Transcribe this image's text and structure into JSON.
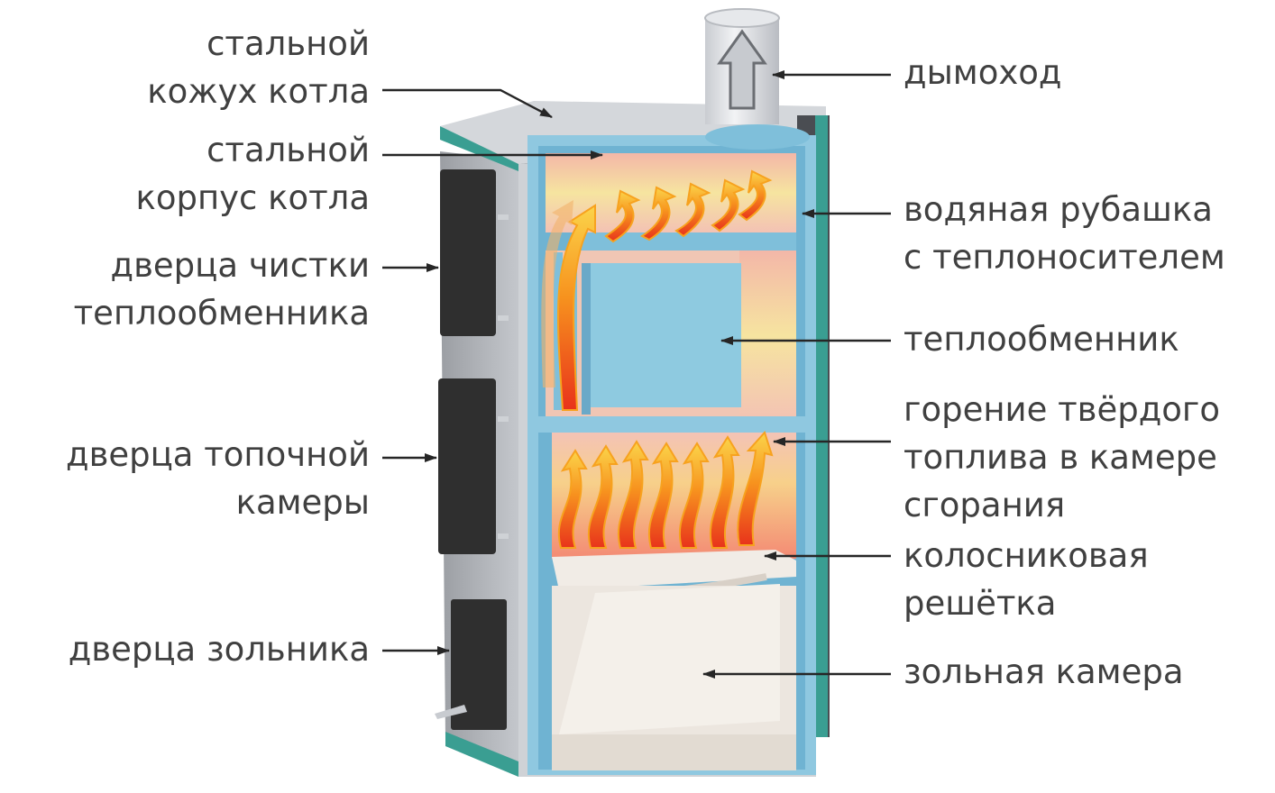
{
  "labels": {
    "casing": [
      "стальной",
      "кожух котла"
    ],
    "body": [
      "стальной",
      "корпус котла"
    ],
    "cleaning_door": [
      "дверца чистки",
      "теплообменника"
    ],
    "firebox_door": [
      "дверца топочной",
      "камеры"
    ],
    "ash_door": [
      "дверца зольника"
    ],
    "chimney": [
      "дымоход"
    ],
    "water_jacket": [
      "водяная рубашка",
      "с теплоносителем"
    ],
    "heat_exchanger": [
      "теплообменник"
    ],
    "combustion": [
      "горение твёрдого",
      "топлива в камере",
      "сгорания"
    ],
    "grate": [
      "колосниковая",
      "решётка"
    ],
    "ash_chamber": [
      "зольная камера"
    ]
  },
  "colors": {
    "text": "#404040",
    "arrow": "#262626",
    "casing": "#d4d7db",
    "teal_edge": "#3a9e92",
    "water": "#8fc8e0",
    "chamber_wall": "#f1d3c8",
    "heat_exchanger": "#8ecae0",
    "ash_chamber": "#ece6df",
    "door": "#2f2f2f",
    "flame_outer": "#f7a21e",
    "flame_inner": "#fde35a"
  }
}
